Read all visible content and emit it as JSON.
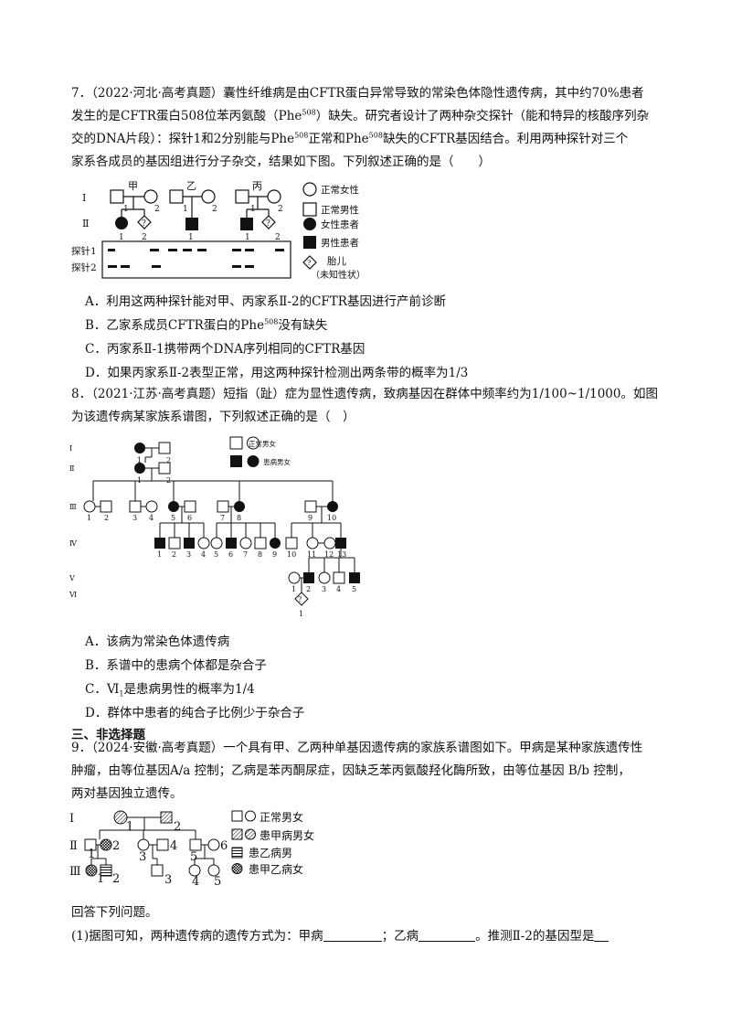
{
  "q7": {
    "line1": "7．（2022·河北·高考真题）囊性纤维病是由CFTR蛋白异常导致的常染色体隐性遗传病，其中约70%患者",
    "line2a": "发生的是CFTR蛋白508位苯丙氨酸（Phe",
    "sup508": "508",
    "line2b": "）缺失。研究者设计了两种杂交探针（能和特异的核酸序列杂",
    "line3a": "交的DNA片段）：探针1和2分别能与Phe",
    "line3b": "正常和Phe",
    "line3c": "缺失的CFTR基因结合。利用两种探针对三个",
    "line4": "家系各成员的基因组进行分子杂交，结果如下图。下列叙述正确的是（　　）",
    "fig": {
      "gen1": "Ⅰ",
      "gen2": "Ⅱ",
      "fam_jia": "甲",
      "fam_yi": "乙",
      "fam_bing": "丙",
      "n1": "1",
      "n2": "2",
      "fetus_mark": "?",
      "probe1": "探针1",
      "probe2": "探针2",
      "legend_normal_female": "正常女性",
      "legend_normal_male": "正常男性",
      "legend_affected_female": "女性患者",
      "legend_affected_male": "男性患者",
      "legend_fetus": "胎儿",
      "legend_fetus_note": "（未知性状）"
    },
    "options": [
      "A．利用这两种探针能对甲、丙家系Ⅱ-2的CFTR基因进行产前诊断",
      "B．乙家系成员CFTR蛋白的Phe",
      "C．丙家系Ⅱ-1携带两个DNA序列相同的CFTR基因",
      "D．如果丙家系Ⅱ-2表型正常，用这两种探针检测出两条带的概率为1/3"
    ],
    "optB_tail": "没有缺失"
  },
  "q8": {
    "line1": "8．（2021·江苏·高考真题）短指（趾）症为显性遗传病，致病基因在群体中频率约为1/100~1/1000。如图",
    "line2": "为该遗传病某家族系谱图，下列叙述正确的是（　）",
    "fig": {
      "gen_labels": [
        "Ⅰ",
        "Ⅱ",
        "Ⅲ",
        "Ⅳ",
        "Ⅴ",
        "Ⅵ"
      ],
      "legend_normal": "正常男女",
      "legend_affected": "患病男女",
      "fetus_mark": "?"
    },
    "options": [
      "A．该病为常染色体遗传病",
      "B．系谱中的患病个体都是杂合子",
      "C．Ⅵ",
      "D．群体中患者的纯合子比例少于杂合子"
    ],
    "optC_sub": "1",
    "optC_tail": "是患病男性的概率为1/4"
  },
  "section3": "三、非选择题",
  "q9": {
    "line1": "9．（2024·安徽·高考真题）一个具有甲、乙两种单基因遗传病的家族系谱图如下。甲病是某种家族遗传性",
    "line2": "肿瘤，由等位基因A/a 控制；乙病是苯丙酮尿症，因缺乏苯丙氨酸羟化酶所致，由等位基因 B/b 控制，",
    "line3": "两对基因独立遗传。",
    "fig": {
      "gen1": "Ⅰ",
      "gen2": "Ⅱ",
      "gen3": "Ⅲ",
      "legend1": "正常男女",
      "legend2": "患甲病男女",
      "legend3": "患乙病男",
      "legend4": "患甲乙病女"
    },
    "after_fig": "回答下列问题。",
    "q1a": "(1)据图可知，两种遗传病的遗传方式为：甲病",
    "q1b": "；乙病",
    "q1c": "。推测Ⅱ-2的基因型是"
  }
}
